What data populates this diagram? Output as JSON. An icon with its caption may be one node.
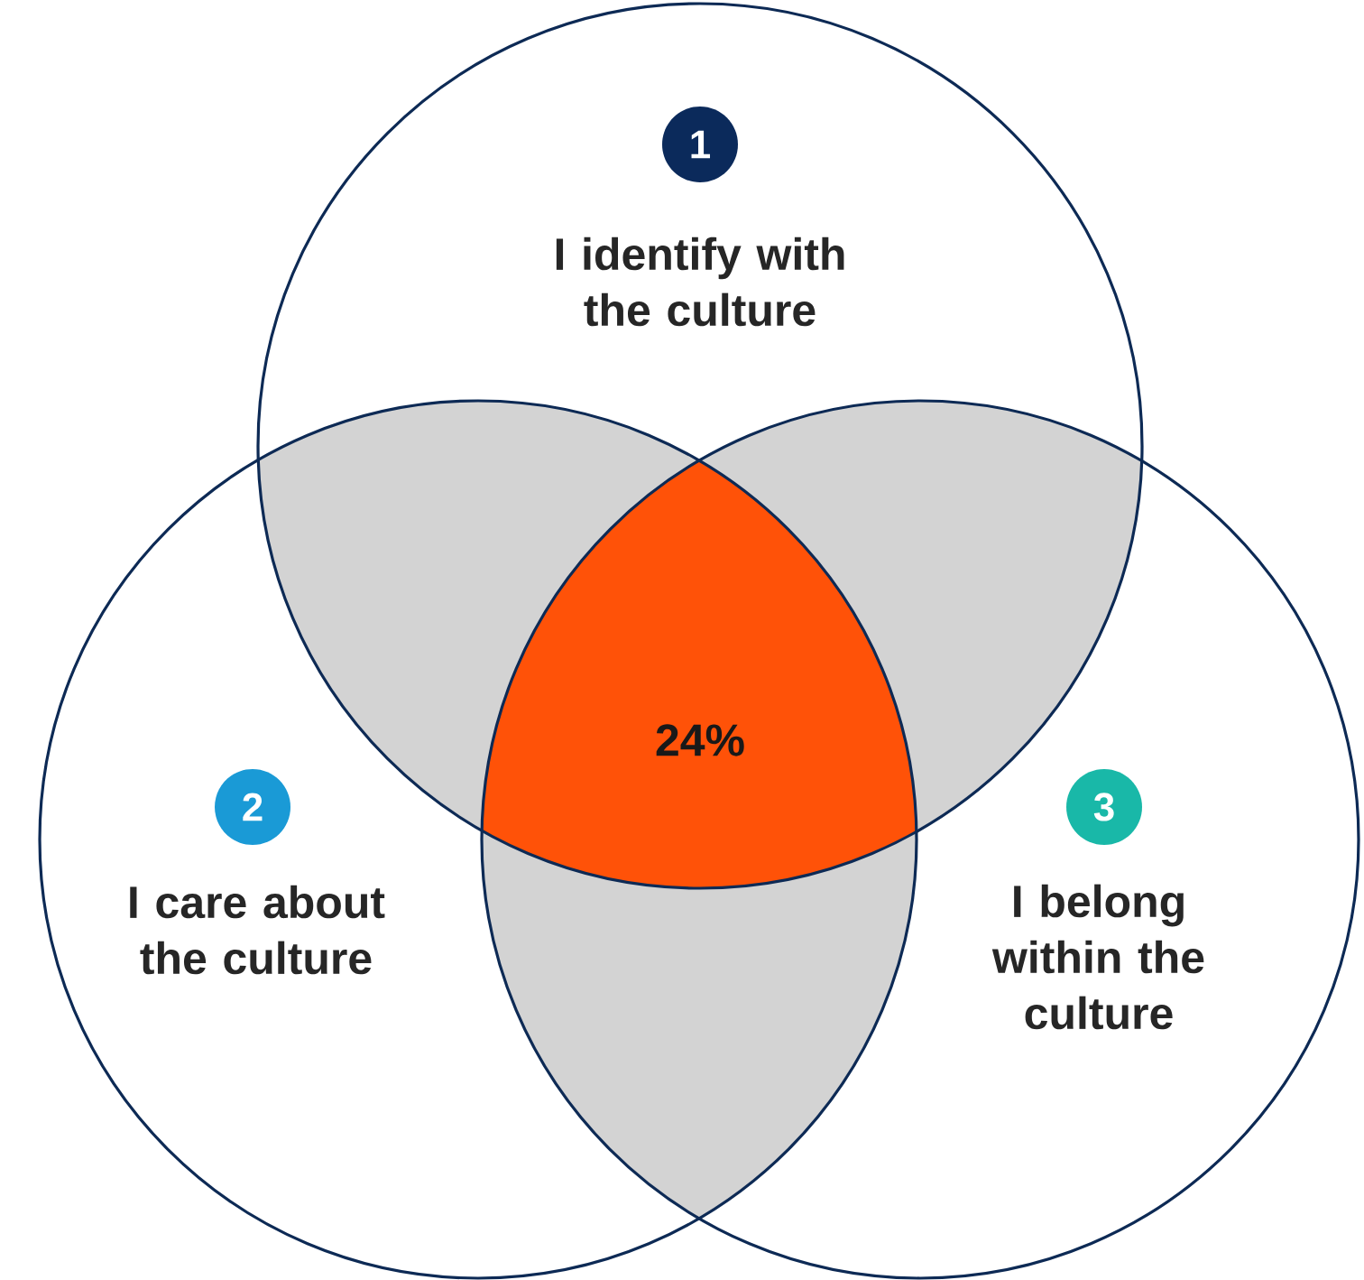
{
  "diagram": {
    "nodes": [
      {
        "text": [
          "I identify with the culture"
        ]
      },
      {
        "text": [
          "1"
        ],
        "in": 0
      },
      {
        "text": [
          "I care about the culture"
        ]
      },
      {
        "text": [
          "2"
        ],
        "in": 2
      },
      {
        "text": [
          "I belong within the culture"
        ]
      },
      {
        "text": [
          "3"
        ],
        "in": 4
      },
      {
        "text": [
          "24%"
        ]
      }
    ]
  }
}
